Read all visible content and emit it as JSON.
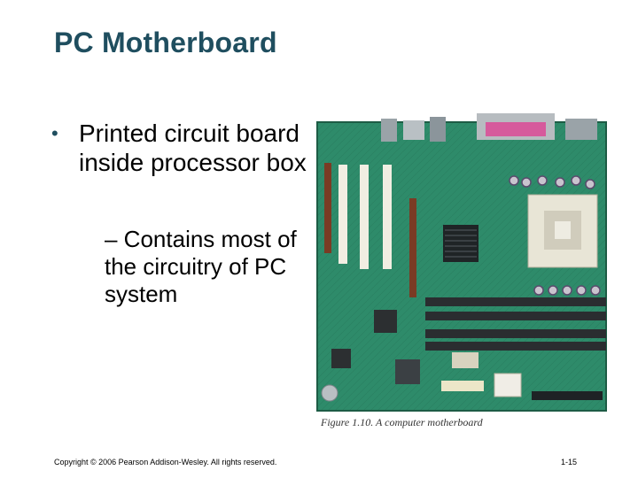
{
  "slide": {
    "title": "PC Motherboard",
    "bullet_symbol": "•",
    "bullet_text": "Printed circuit board inside processor box",
    "sub_bullet_text": "– Contains most of the circuitry of PC system",
    "figure_caption": "Figure 1.10. A computer motherboard",
    "footer_copyright": "Copyright © 2006 Pearson Addison-Wesley. All rights reserved.",
    "page_number": "1-15"
  },
  "colors": {
    "title": "#1f4e5f",
    "board_green": "#2e8b6a",
    "background": "#ffffff"
  },
  "icons": {
    "figure": "motherboard-photo"
  }
}
